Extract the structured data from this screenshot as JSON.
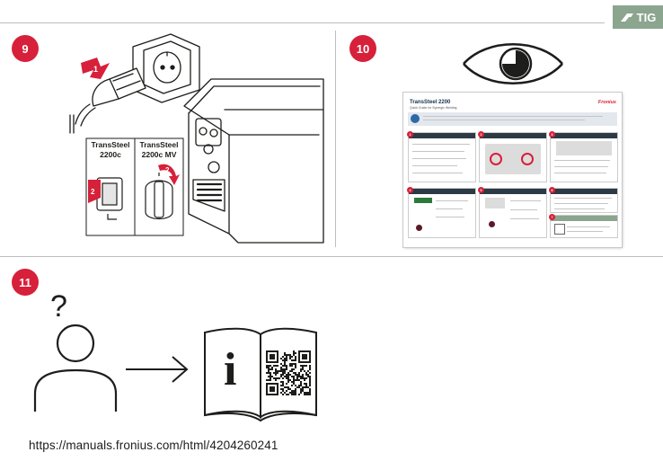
{
  "badge": {
    "label": "TIG",
    "icon": "torch-icon",
    "color": "#8ba58f"
  },
  "accent_color": "#d7203a",
  "steps": [
    {
      "number": "9"
    },
    {
      "number": "10"
    },
    {
      "number": "11"
    }
  ],
  "step9": {
    "arrow1": "1",
    "arrow2": "2",
    "arrow2b": "2",
    "panel_left_label": "TransSteel\n2200c",
    "panel_right_label": "TransSteel\n2200c MV"
  },
  "step10": {
    "guide_title": "TransSteel 2200",
    "guide_subtitle": "Quick Guide for Synergic Welding",
    "guide_brand": "Fronius",
    "card_numbers": [
      "1",
      "2",
      "3",
      "4",
      "5",
      "6",
      "7"
    ]
  },
  "step11": {
    "question_mark": "?",
    "info_letter": "i",
    "url": "https://manuals.fronius.com/html/4204260241"
  }
}
